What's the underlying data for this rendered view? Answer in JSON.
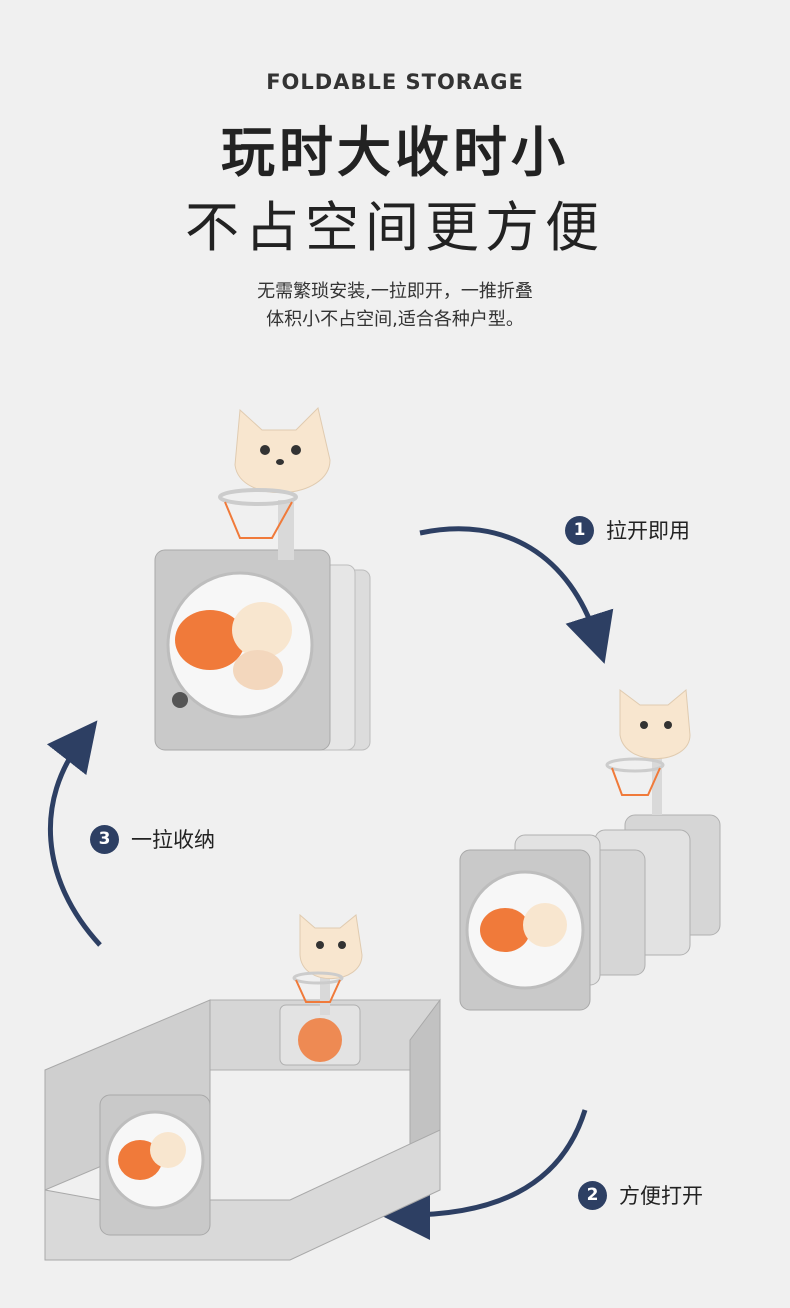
{
  "header": {
    "eyebrow": "FOLDABLE STORAGE",
    "title_line1": "玩时大收时小",
    "title_line2": "不占空间更方便",
    "desc_line1": "无需繁琐安装,一拉即开，一推折叠",
    "desc_line2": "体积小不占空间,适合各种户型。"
  },
  "steps": [
    {
      "num": "1",
      "label": "拉开即用"
    },
    {
      "num": "2",
      "label": "方便打开"
    },
    {
      "num": "3",
      "label": "一拉收纳"
    }
  ],
  "colors": {
    "background": "#f0f0f0",
    "accent": "#2d3f63",
    "panel_gray": "#c9c9c9",
    "panel_light": "#e8e8e8",
    "fish_orange": "#f07a3a",
    "cat_cream": "#f8e6cf"
  }
}
